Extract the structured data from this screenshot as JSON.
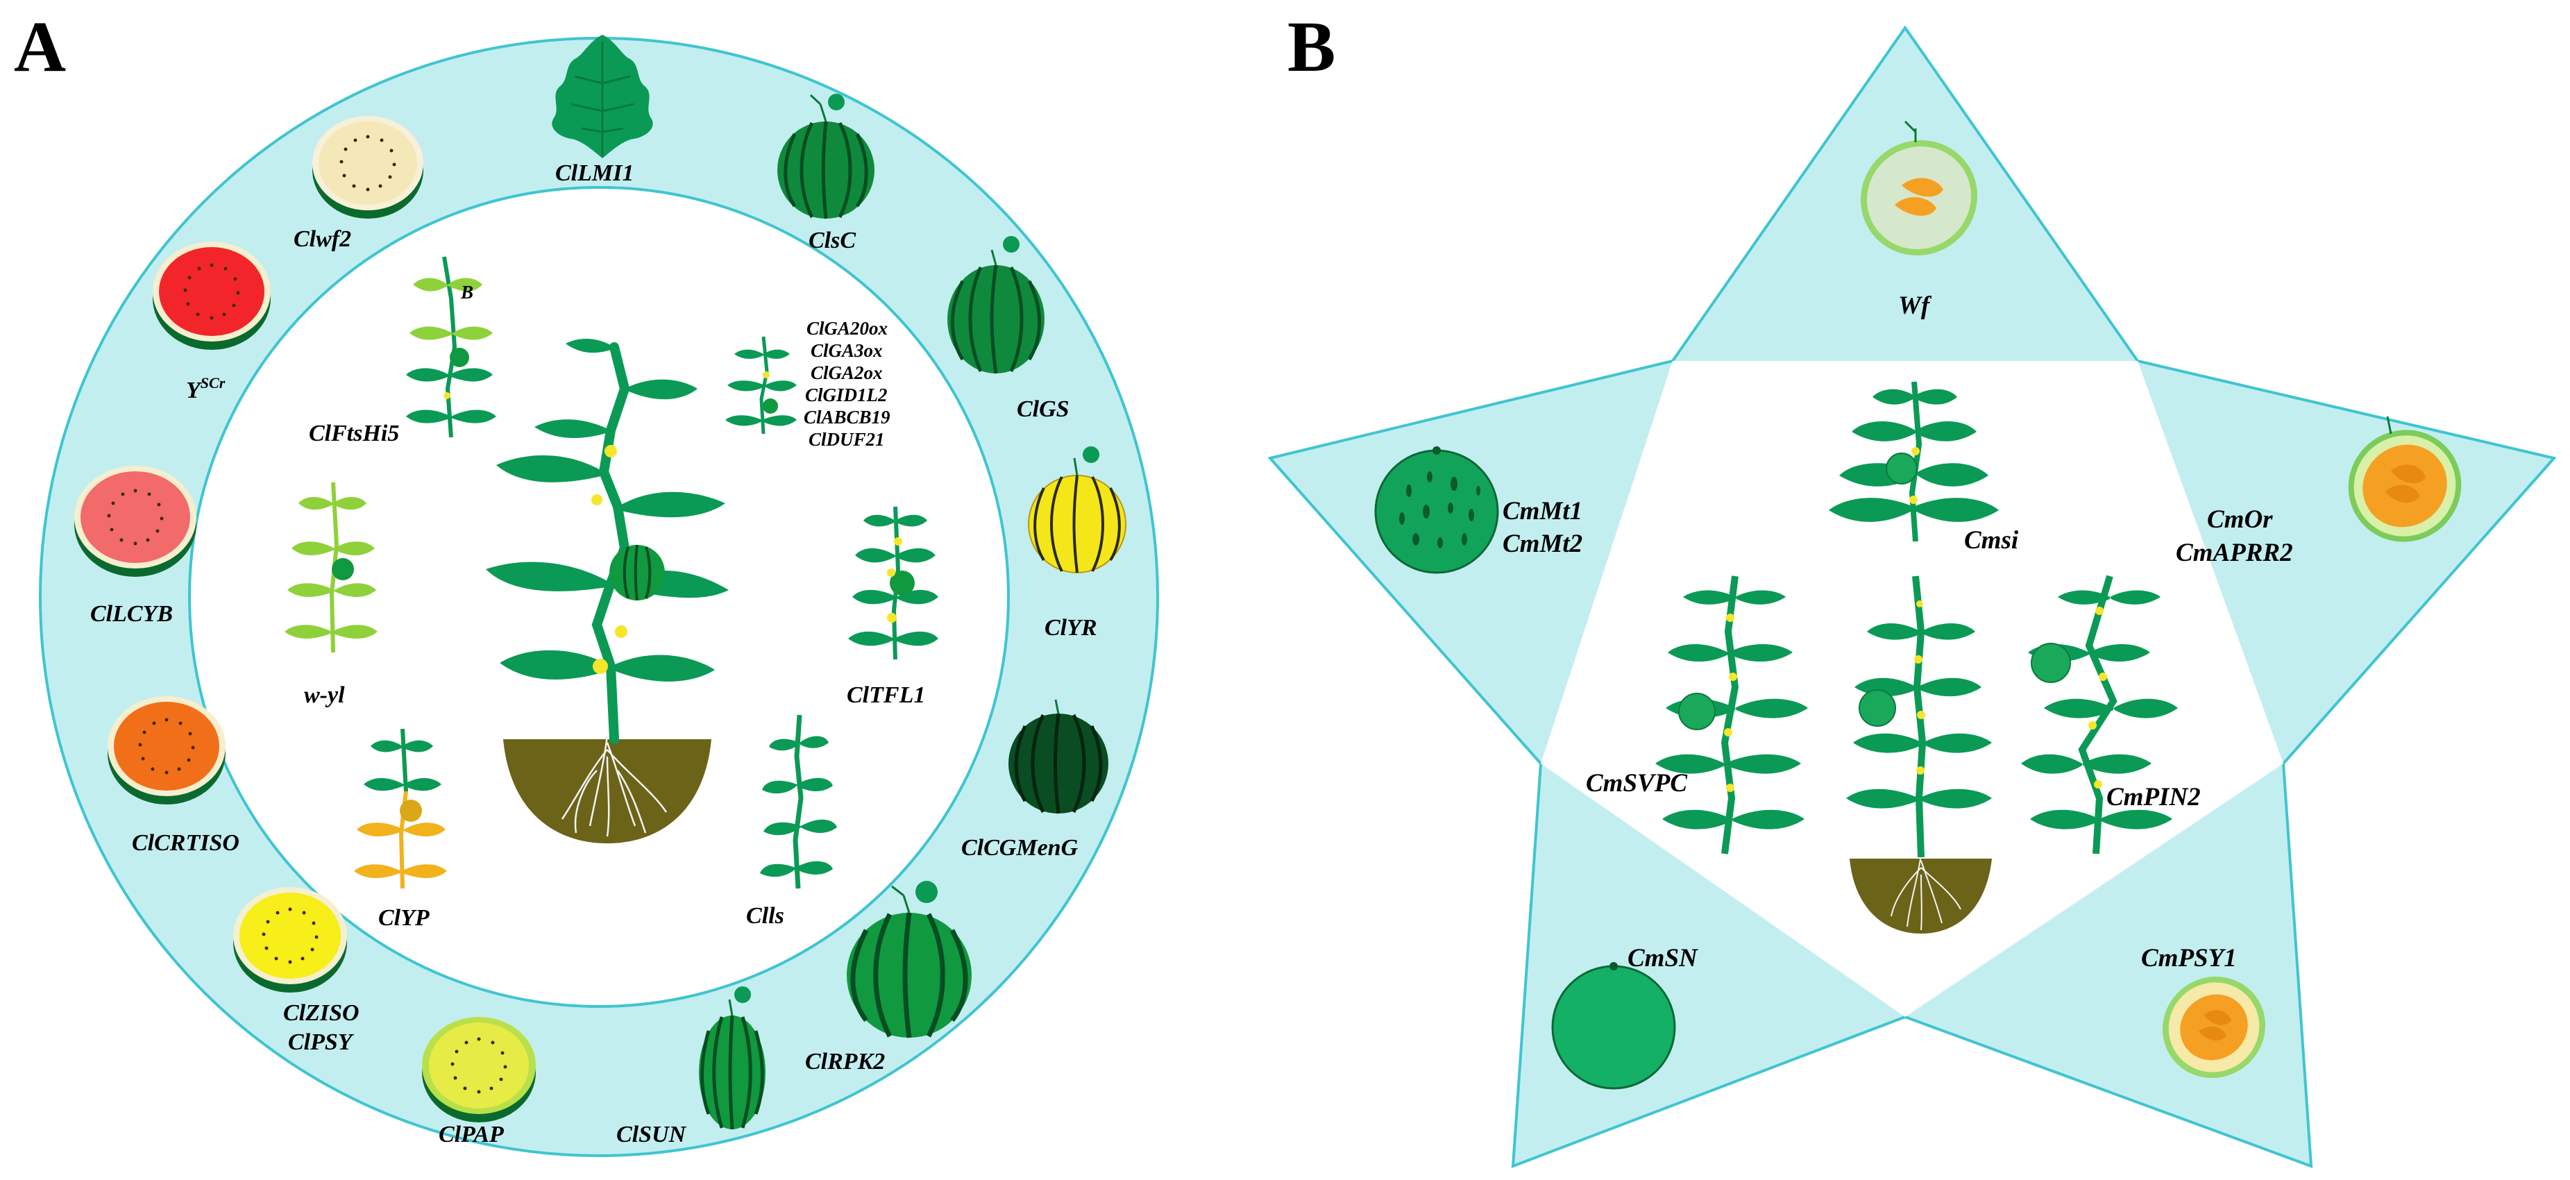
{
  "panels": {
    "a_letter": "A",
    "b_letter": "B"
  },
  "colors": {
    "ring": "#c3eef0",
    "ring_stroke": "#3fc5d0",
    "leaf": "#0a9a55",
    "leaf_dark": "#067a40",
    "leaf_light": "#8fd13a",
    "leaf_yellow": "#f2b21b",
    "flower": "#f5e62a",
    "soil": "#6b6318",
    "rind": "#0f8a3c",
    "rind_dark": "#064d22",
    "flesh_red": "#f2262a",
    "flesh_pink": "#f26a6a",
    "flesh_orange": "#f26f1a",
    "flesh_yellow": "#f7ee1a",
    "flesh_pale": "#f5e8b8",
    "melon_orange": "#f5a023",
    "melon_green": "#96d86a"
  },
  "panel_a": {
    "ring_genes": [
      {
        "id": "cllmi1",
        "label": "ClLMI1",
        "icon": "leaf-icon"
      },
      {
        "id": "clsc",
        "label": "ClsC",
        "icon": "watermelon-whole-icon"
      },
      {
        "id": "clgs",
        "label": "ClGS",
        "icon": "watermelon-whole-icon"
      },
      {
        "id": "clyr",
        "label": "ClYR",
        "icon": "yellow-rind-watermelon-icon"
      },
      {
        "id": "clcgmeng",
        "label": "ClCGMenG",
        "icon": "dark-rind-watermelon-icon"
      },
      {
        "id": "clrpk2",
        "label": "ClRPK2",
        "icon": "round-watermelon-icon"
      },
      {
        "id": "clsun",
        "label": "ClSUN",
        "icon": "oblong-watermelon-icon"
      },
      {
        "id": "clpap",
        "label": "ClPAP",
        "icon": "pale-yellow-flesh-slice-icon"
      },
      {
        "id": "clziso",
        "label": "ClZISO",
        "label2": "ClPSY",
        "icon": "yellow-flesh-slice-icon"
      },
      {
        "id": "clcrtiso",
        "label": "ClCRTISO",
        "icon": "orange-flesh-slice-icon"
      },
      {
        "id": "cllcyb",
        "label": "ClLCYB",
        "icon": "pink-flesh-slice-icon"
      },
      {
        "id": "yscr",
        "label": "Y",
        "sup": "SCr",
        "icon": "red-flesh-slice-icon"
      },
      {
        "id": "clwf2",
        "label": "Clwf2",
        "icon": "white-flesh-slice-icon"
      }
    ],
    "inner_plants": [
      {
        "id": "clftshi5",
        "label": "ClFtsHi5",
        "marker": "B"
      },
      {
        "id": "clga",
        "labels": [
          "ClGA20ox",
          "ClGA3ox",
          "ClGA2ox",
          "ClGID1L2",
          "ClABCB19",
          "ClDUF21"
        ]
      },
      {
        "id": "cltfl1",
        "label": "ClTFL1"
      },
      {
        "id": "w-yl",
        "label": "w-yl"
      },
      {
        "id": "clyp",
        "label": "ClYP"
      },
      {
        "id": "clls",
        "label": "Clls"
      }
    ]
  },
  "panel_b": {
    "points": [
      {
        "id": "wf",
        "label": "Wf"
      },
      {
        "id": "cmmt",
        "label": "CmMt1",
        "label2": "CmMt2"
      },
      {
        "id": "cmor",
        "label": "CmOr",
        "label2": "CmAPRR2"
      },
      {
        "id": "cmsn",
        "label": "CmSN"
      },
      {
        "id": "cmpsy1",
        "label": "CmPSY1"
      }
    ],
    "inner_plants": [
      {
        "id": "cmsi",
        "label": "Cmsi"
      },
      {
        "id": "cmsvpc",
        "label": "CmSVPC"
      },
      {
        "id": "cmpin2",
        "label": "CmPIN2"
      }
    ]
  }
}
